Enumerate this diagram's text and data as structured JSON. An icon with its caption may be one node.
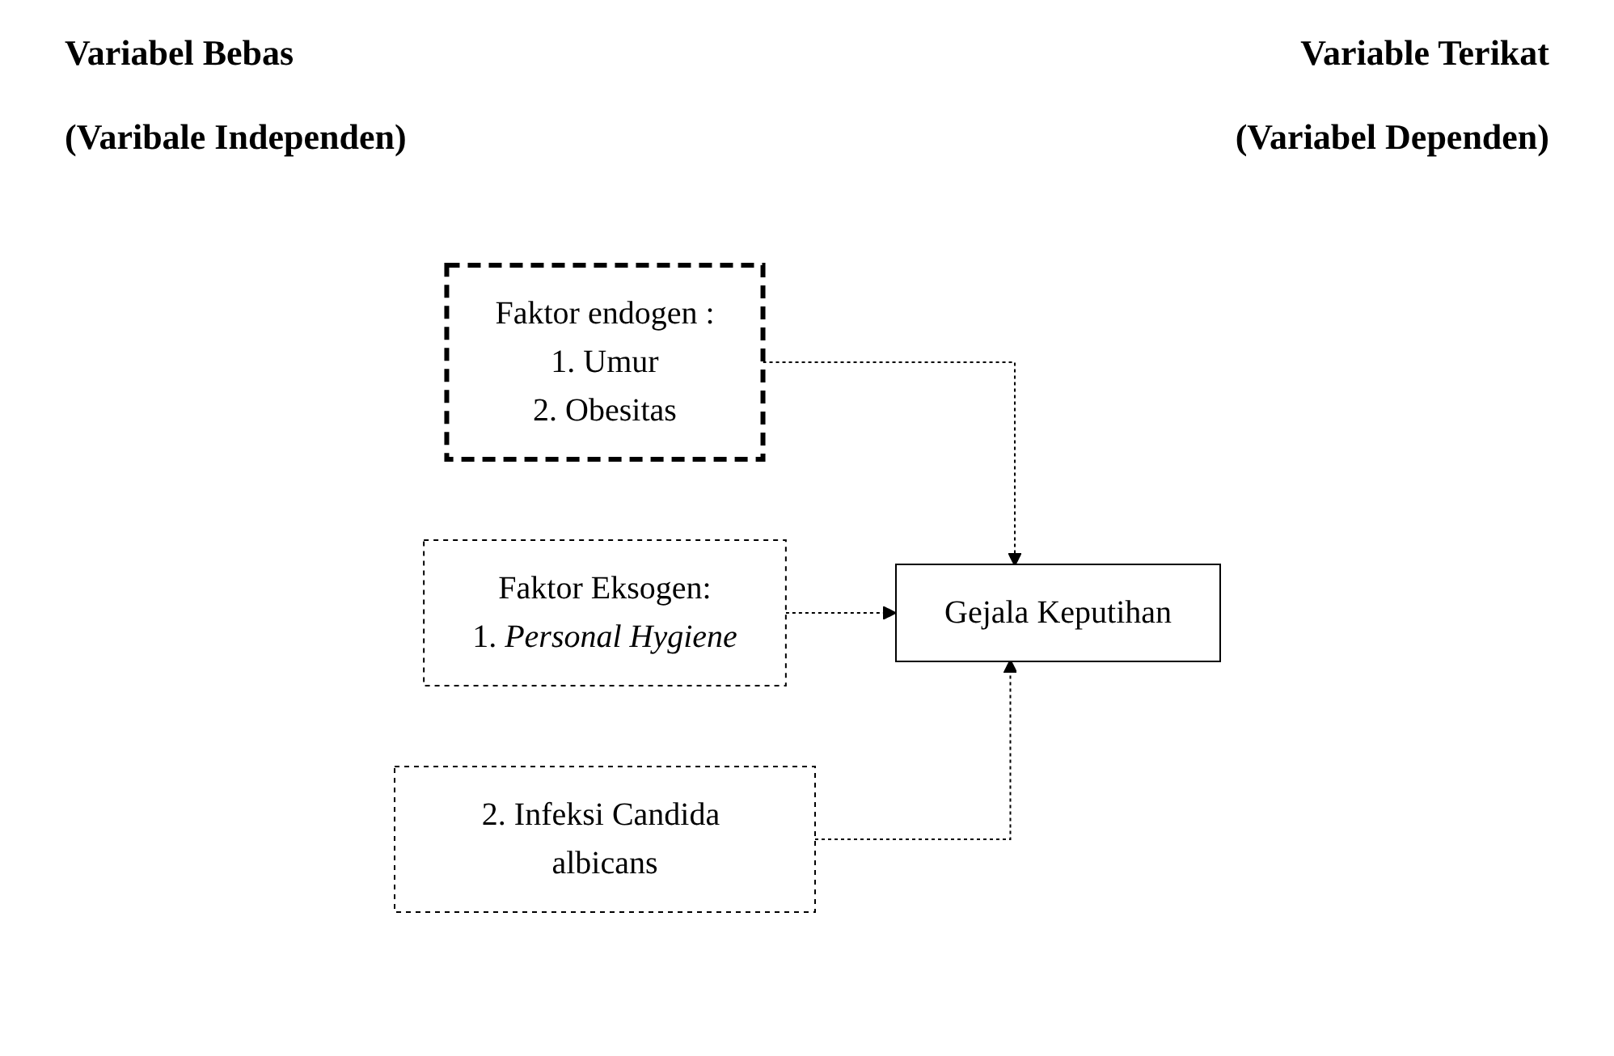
{
  "diagram": {
    "nodes": [
      {
        "text": [
          "Faktor endogen  :",
          "1. Umur",
          "2. Obesitas"
        ]
      },
      {
        "text": [
          "Faktor Eksogen:",
          "1. *Personal Hygiene*"
        ]
      },
      {
        "text": [
          "2. Infeksi Candida albicans"
        ]
      },
      {
        "text": [
          "Gejala Keputihan"
        ]
      }
    ],
    "edges": [
      {
        "from": 0,
        "to": 3,
        "arrow": "to",
        "style": "dashed"
      },
      {
        "from": 1,
        "to": 3,
        "arrow": "to",
        "style": "dashed"
      },
      {
        "from": 2,
        "to": 3,
        "arrow": "to",
        "style": "dashed"
      }
    ],
    "labels": [
      "Variabel Bebas",
      "Variable Terikat",
      "(Varibale Independen)",
      "(Variabel Dependen)"
    ]
  }
}
